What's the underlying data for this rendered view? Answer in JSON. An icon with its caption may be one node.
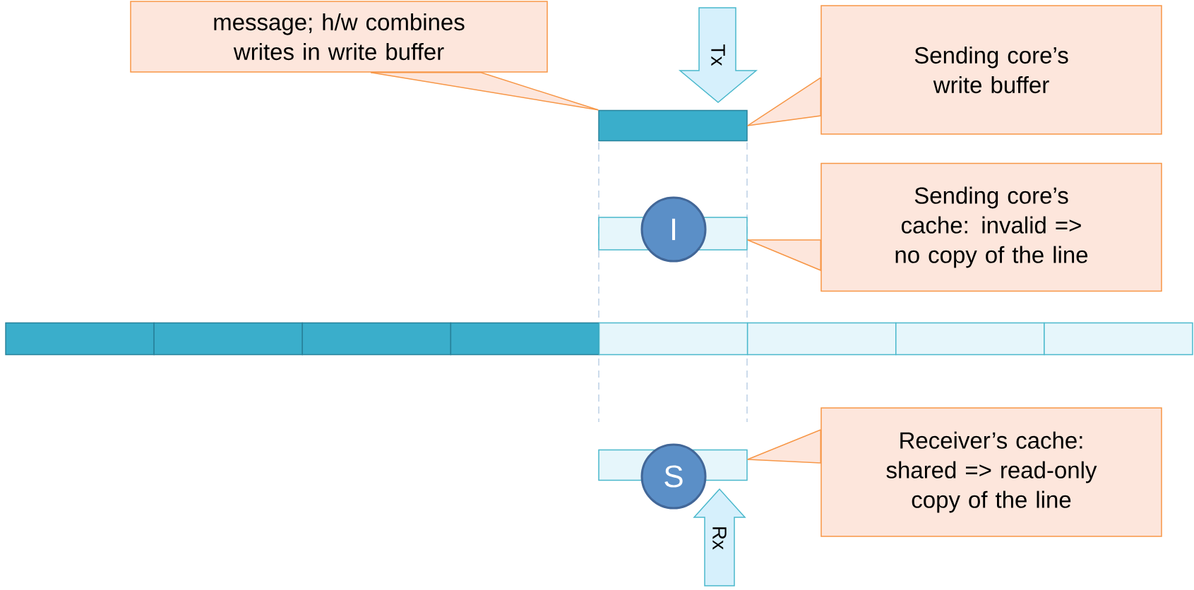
{
  "diagram": {
    "nodes": [
      {
        "text": [
          "message; h/w combines writes in write buffer"
        ]
      },
      {
        "text": [],
        "shape": "bar"
      },
      {
        "text": [
          "Tx"
        ]
      },
      {
        "text": [
          "Sending core’s write buffer"
        ]
      },
      {
        "text": [],
        "shape": "bar"
      },
      {
        "text": [
          "I"
        ]
      },
      {
        "text": [
          "Sending core’s cache: invalid => no copy of the line"
        ]
      },
      {
        "text": [],
        "shape": "bar"
      },
      {
        "text": [],
        "shape": "bar"
      },
      {
        "text": [],
        "shape": "bar"
      },
      {
        "text": [],
        "shape": "bar"
      },
      {
        "text": [],
        "shape": "bar"
      },
      {
        "text": [],
        "shape": "bar"
      },
      {
        "text": [],
        "shape": "bar"
      },
      {
        "text": [],
        "shape": "bar"
      },
      {
        "text": [],
        "shape": "bar"
      },
      {
        "text": [
          "S"
        ]
      },
      {
        "text": [
          "Receiver’s cache: shared => read-only copy of the line"
        ]
      },
      {
        "text": [
          "Rx"
        ]
      }
    ],
    "edges": [
      {
        "from": 0,
        "to": 1,
        "arrow": "none"
      },
      {
        "from": 3,
        "to": 1,
        "arrow": "none"
      },
      {
        "from": 6,
        "to": 4,
        "arrow": "none"
      },
      {
        "from": 17,
        "to": 15,
        "arrow": "none"
      }
    ]
  }
}
